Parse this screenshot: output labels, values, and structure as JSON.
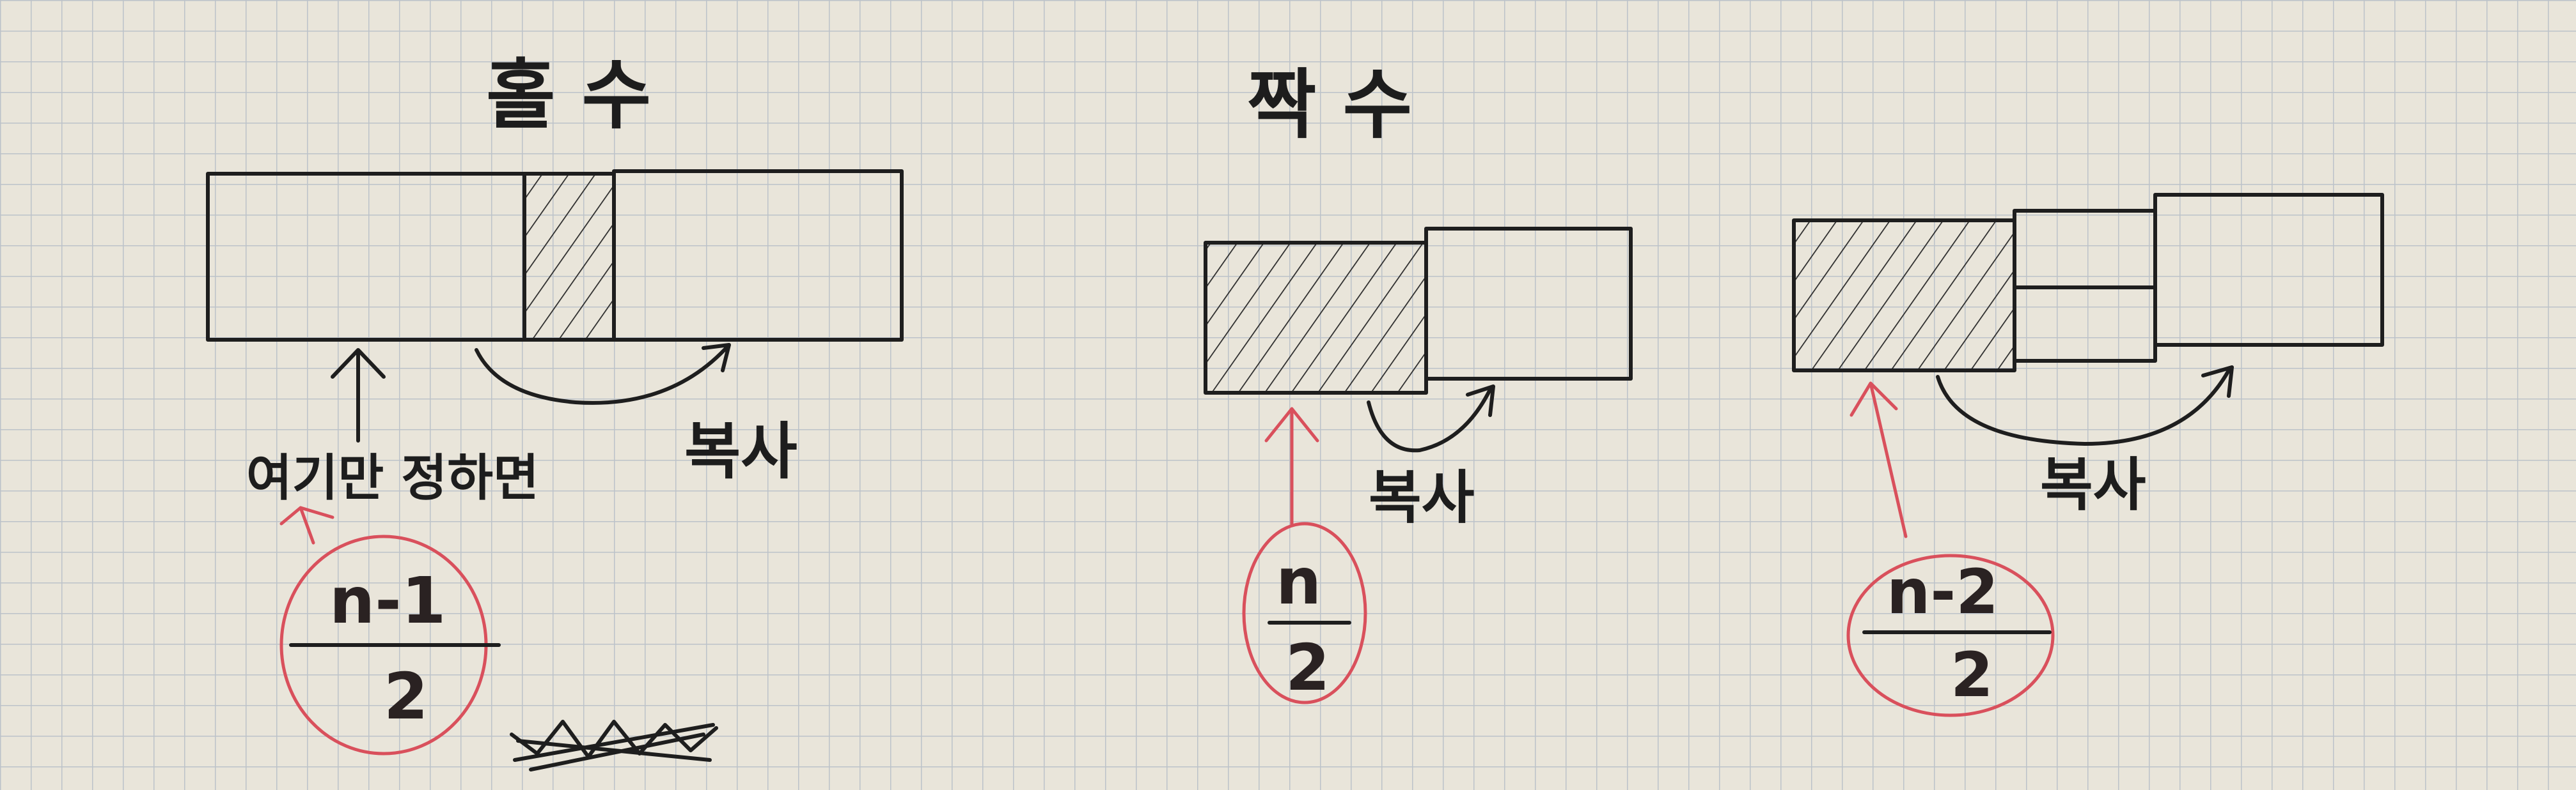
{
  "odd": {
    "title": "홀 수",
    "note": "여기만 정하면",
    "copy_label": "복사",
    "formula_numerator": "n-1",
    "formula_denominator": "2"
  },
  "even_a": {
    "title": "짝 수",
    "copy_label": "복사",
    "formula_numerator": "n",
    "formula_denominator": "2"
  },
  "even_b": {
    "copy_label": "복사",
    "formula_numerator": "n-2",
    "formula_denominator": "2"
  },
  "colors": {
    "paper": "#e9e5da",
    "grid": "#bcc2c9",
    "ink": "#1e1e1e",
    "red_ink": "#d9505c"
  }
}
